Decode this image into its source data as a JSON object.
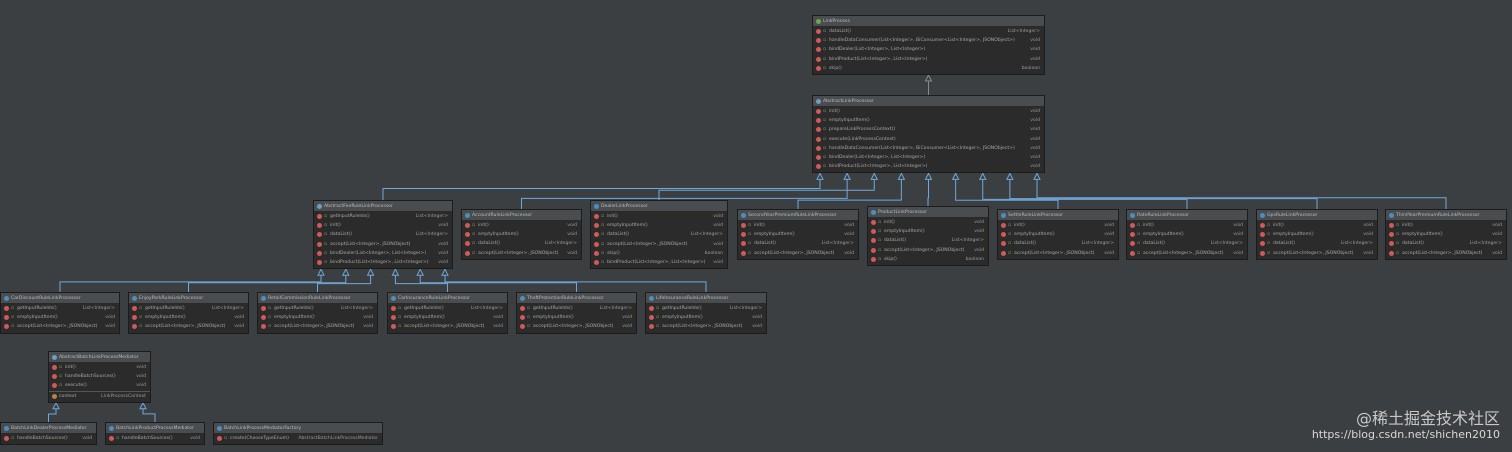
{
  "colors": {
    "background": "#3c3f41",
    "box": "#2b2b2b",
    "header": "#4a4d50",
    "edge": "#6fa8dc"
  },
  "watermark": {
    "site": "@稀土掘金技术社区",
    "url": "https://blog.csdn.net/shichen2010"
  },
  "classes": [
    {
      "id": "LinkProcess",
      "name": "LinkProcess",
      "kind": "interface",
      "members": [
        {
          "n": "dataList()",
          "t": "List<Integer>"
        },
        {
          "n": "handleDataConsumer(List<Integer>, BiConsumer<List<Integer>, JSONObject>)",
          "t": "void"
        },
        {
          "n": "bindDealer(List<Integer>, List<Integer>)",
          "t": "void"
        },
        {
          "n": "bindProduct(List<Integer>, List<Integer>)",
          "t": "void"
        },
        {
          "n": "skip()",
          "t": "boolean"
        }
      ]
    },
    {
      "id": "AbstractLinkProcessor",
      "name": "AbstractLinkProcessor",
      "kind": "abstract",
      "members": [
        {
          "n": "init()",
          "t": "void"
        },
        {
          "n": "emptyInputItem()",
          "t": "void"
        },
        {
          "n": "prepareLinkProcessContext()",
          "t": "void"
        },
        {
          "n": "execute(LinkProcessContext)",
          "t": "void"
        },
        {
          "n": "handleDataConsumer(List<Integer>, BiConsumer<List<Integer>, JSONObject>)",
          "t": "void"
        },
        {
          "n": "bindDealer(List<Integer>, List<Integer>)",
          "t": "void"
        },
        {
          "n": "bindProduct(List<Integer>, List<Integer>)",
          "t": "void"
        }
      ]
    },
    {
      "id": "AbstractFeeRuleLinkProcessor",
      "name": "AbstractFeeRuleLinkProcessor",
      "kind": "abstract",
      "members": [
        {
          "n": "getInputRuleIds()",
          "t": "List<Integer>"
        },
        {
          "n": "init()",
          "t": "void"
        },
        {
          "n": "dataList()",
          "t": "List<Integer>"
        },
        {
          "n": "accept(List<Integer>, JSONObject)",
          "t": "void"
        },
        {
          "n": "bindDealer(List<Integer>, List<Integer>)",
          "t": "void"
        },
        {
          "n": "bindProduct(List<Integer>, List<Integer>)",
          "t": "void"
        }
      ]
    },
    {
      "id": "AccountRuleLinkProcessor",
      "name": "AccountRuleLinkProcessor",
      "kind": "class",
      "members": [
        {
          "n": "init()",
          "t": "void"
        },
        {
          "n": "emptyInputItem()",
          "t": "void"
        },
        {
          "n": "dataList()",
          "t": "List<Integer>"
        },
        {
          "n": "accept(List<Integer>, JSONObject)",
          "t": "void"
        }
      ]
    },
    {
      "id": "DealerLinkProcessor",
      "name": "DealerLinkProcessor",
      "kind": "class",
      "members": [
        {
          "n": "init()",
          "t": "void"
        },
        {
          "n": "emptyInputItem()",
          "t": "void"
        },
        {
          "n": "dataList()",
          "t": "List<Integer>"
        },
        {
          "n": "accept(List<Integer>, JSONObject)",
          "t": "void"
        },
        {
          "n": "skip()",
          "t": "boolean"
        },
        {
          "n": "bindProduct(List<Integer>, List<Integer>)",
          "t": "void"
        }
      ]
    },
    {
      "id": "SecondYearPremiumRuleLinkProcessor",
      "name": "SecondYearPremiumRuleLinkProcessor",
      "kind": "class",
      "members": [
        {
          "n": "init()",
          "t": "void"
        },
        {
          "n": "emptyInputItem()",
          "t": "void"
        },
        {
          "n": "dataList()",
          "t": "List<Integer>"
        },
        {
          "n": "accept(List<Integer>, JSONObject)",
          "t": "void"
        }
      ]
    },
    {
      "id": "ProductLinkProcessor",
      "name": "ProductLinkProcessor",
      "kind": "class",
      "members": [
        {
          "n": "init()",
          "t": "void"
        },
        {
          "n": "emptyInputItem()",
          "t": "void"
        },
        {
          "n": "dataList()",
          "t": "List<Integer>"
        },
        {
          "n": "accept(List<Integer>, JSONObject)",
          "t": "void"
        },
        {
          "n": "skip()",
          "t": "boolean"
        }
      ]
    },
    {
      "id": "SettleRuleLinkProcessor",
      "name": "SettleRuleLinkProcessor",
      "kind": "class",
      "members": [
        {
          "n": "init()",
          "t": "void"
        },
        {
          "n": "emptyInputItem()",
          "t": "void"
        },
        {
          "n": "dataList()",
          "t": "List<Integer>"
        },
        {
          "n": "accept(List<Integer>, JSONObject)",
          "t": "void"
        }
      ]
    },
    {
      "id": "RateRuleLinkProcessor",
      "name": "RateRuleLinkProcessor",
      "kind": "class",
      "members": [
        {
          "n": "init()",
          "t": "void"
        },
        {
          "n": "emptyInputItem()",
          "t": "void"
        },
        {
          "n": "dataList()",
          "t": "List<Integer>"
        },
        {
          "n": "accept(List<Integer>, JSONObject)",
          "t": "void"
        }
      ]
    },
    {
      "id": "GpsRuleLinkProcessor",
      "name": "GpsRuleLinkProcessor",
      "kind": "class",
      "members": [
        {
          "n": "init()",
          "t": "void"
        },
        {
          "n": "emptyInputItem()",
          "t": "void"
        },
        {
          "n": "dataList()",
          "t": "List<Integer>"
        },
        {
          "n": "accept(List<Integer>, JSONObject)",
          "t": "void"
        }
      ]
    },
    {
      "id": "ThirdYearPremiumRuleLinkProcessor",
      "name": "ThirdYearPremiumRuleLinkProcessor",
      "kind": "class",
      "members": [
        {
          "n": "init()",
          "t": "void"
        },
        {
          "n": "emptyInputItem()",
          "t": "void"
        },
        {
          "n": "dataList()",
          "t": "List<Integer>"
        },
        {
          "n": "accept(List<Integer>, JSONObject)",
          "t": "void"
        }
      ]
    },
    {
      "id": "CarDiscountRuleLinkProcessor",
      "name": "CarDiscountRuleLinkProcessor",
      "kind": "class",
      "members": [
        {
          "n": "getInputRuleIds()",
          "t": "List<Integer>"
        },
        {
          "n": "emptyInputItem()",
          "t": "void"
        },
        {
          "n": "accept(List<Integer>, JSONObject)",
          "t": "void"
        }
      ]
    },
    {
      "id": "EnjoyParkRuleLinkProcessor",
      "name": "EnjoyParkRuleLinkProcessor",
      "kind": "class",
      "members": [
        {
          "n": "getInputRuleIds()",
          "t": "List<Integer>"
        },
        {
          "n": "emptyInputItem()",
          "t": "void"
        },
        {
          "n": "accept(List<Integer>, JSONObject)",
          "t": "void"
        }
      ]
    },
    {
      "id": "RetailCommissionRuleLinkProcessor",
      "name": "RetailCommissionRuleLinkProcessor",
      "kind": "class",
      "members": [
        {
          "n": "getInputRuleIds()",
          "t": "List<Integer>"
        },
        {
          "n": "emptyInputItem()",
          "t": "void"
        },
        {
          "n": "accept(List<Integer>, JSONObject)",
          "t": "void"
        }
      ]
    },
    {
      "id": "CarInsuranceRuleLinkProcessor",
      "name": "CarInsuranceRuleLinkProcessor",
      "kind": "class",
      "members": [
        {
          "n": "getInputRuleIds()",
          "t": "List<Integer>"
        },
        {
          "n": "emptyInputItem()",
          "t": "void"
        },
        {
          "n": "accept(List<Integer>, JSONObject)",
          "t": "void"
        }
      ]
    },
    {
      "id": "TheftProtectionRuleLinkProcessor",
      "name": "TheftProtectionRuleLinkProcessor",
      "kind": "class",
      "members": [
        {
          "n": "getInputRuleIds()",
          "t": "List<Integer>"
        },
        {
          "n": "emptyInputItem()",
          "t": "void"
        },
        {
          "n": "accept(List<Integer>, JSONObject)",
          "t": "void"
        }
      ]
    },
    {
      "id": "LifeInsuranceRuleLinkProcessor",
      "name": "LifeInsuranceRuleLinkProcessor",
      "kind": "class",
      "members": [
        {
          "n": "getInputRuleIds()",
          "t": "List<Integer>"
        },
        {
          "n": "emptyInputItem()",
          "t": "void"
        },
        {
          "n": "accept(List<Integer>, JSONObject)",
          "t": "void"
        }
      ]
    },
    {
      "id": "AbstractBatchLinkProcessMediator",
      "name": "AbstractBatchLinkProcessMediator",
      "kind": "abstract",
      "members": [
        {
          "n": "init()",
          "t": "void"
        },
        {
          "n": "handleBatchSources()",
          "t": "void"
        },
        {
          "n": "execute()",
          "t": "void"
        }
      ],
      "fields": [
        {
          "n": "context",
          "t": "LinkProcessContext"
        }
      ]
    },
    {
      "id": "BatchLinkDealerProcessMediator",
      "name": "BatchLinkDealerProcessMediator",
      "kind": "class",
      "members": [
        {
          "n": "handleBatchSources()",
          "t": "void"
        }
      ]
    },
    {
      "id": "BatchLinkProductProcessMediator",
      "name": "BatchLinkProductProcessMediator",
      "kind": "class",
      "members": [
        {
          "n": "handleBatchSources()",
          "t": "void"
        }
      ]
    },
    {
      "id": "BatchLinkProcessMediatorFactory",
      "name": "BatchLinkProcessMediatorFactory",
      "kind": "class",
      "members": [
        {
          "n": "create(ChooseTypeEnum)",
          "t": "AbstractBatchLinkProcessMediator"
        }
      ]
    }
  ],
  "edges": [
    {
      "from": "AbstractLinkProcessor",
      "to": "LinkProcess"
    },
    {
      "from": "AbstractFeeRuleLinkProcessor",
      "to": "AbstractLinkProcessor"
    },
    {
      "from": "AccountRuleLinkProcessor",
      "to": "AbstractLinkProcessor"
    },
    {
      "from": "DealerLinkProcessor",
      "to": "AbstractLinkProcessor"
    },
    {
      "from": "SecondYearPremiumRuleLinkProcessor",
      "to": "AbstractLinkProcessor"
    },
    {
      "from": "ProductLinkProcessor",
      "to": "AbstractLinkProcessor"
    },
    {
      "from": "SettleRuleLinkProcessor",
      "to": "AbstractLinkProcessor"
    },
    {
      "from": "RateRuleLinkProcessor",
      "to": "AbstractLinkProcessor"
    },
    {
      "from": "GpsRuleLinkProcessor",
      "to": "AbstractLinkProcessor"
    },
    {
      "from": "ThirdYearPremiumRuleLinkProcessor",
      "to": "AbstractLinkProcessor"
    },
    {
      "from": "CarDiscountRuleLinkProcessor",
      "to": "AbstractFeeRuleLinkProcessor"
    },
    {
      "from": "EnjoyParkRuleLinkProcessor",
      "to": "AbstractFeeRuleLinkProcessor"
    },
    {
      "from": "RetailCommissionRuleLinkProcessor",
      "to": "AbstractFeeRuleLinkProcessor"
    },
    {
      "from": "CarInsuranceRuleLinkProcessor",
      "to": "AbstractFeeRuleLinkProcessor"
    },
    {
      "from": "TheftProtectionRuleLinkProcessor",
      "to": "AbstractFeeRuleLinkProcessor"
    },
    {
      "from": "LifeInsuranceRuleLinkProcessor",
      "to": "AbstractFeeRuleLinkProcessor"
    },
    {
      "from": "BatchLinkDealerProcessMediator",
      "to": "AbstractBatchLinkProcessMediator"
    },
    {
      "from": "BatchLinkProductProcessMediator",
      "to": "AbstractBatchLinkProcessMediator"
    }
  ]
}
